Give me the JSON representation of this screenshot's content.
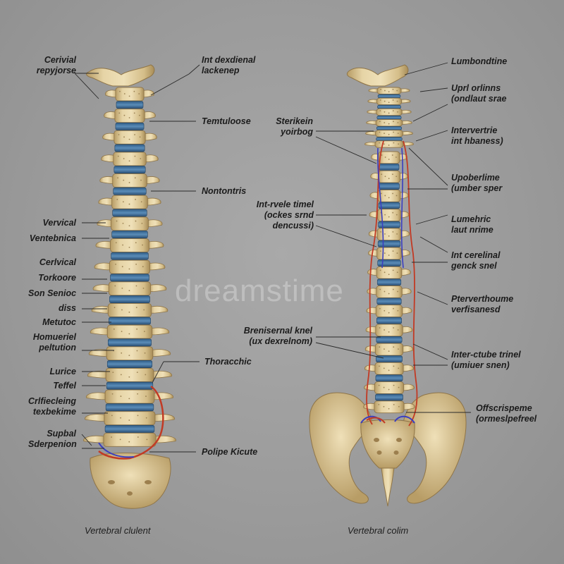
{
  "watermark": "dreamstime",
  "left_labels": [
    {
      "lines": [
        "Cerivial",
        "repyjorse"
      ]
    },
    {
      "lines": [
        "Int dexdienal",
        "lackenep"
      ]
    },
    {
      "lines": [
        "Temtuloose"
      ]
    },
    {
      "lines": [
        "Nontontris"
      ]
    },
    {
      "lines": [
        "Vervical"
      ]
    },
    {
      "lines": [
        "Ventebnica"
      ]
    },
    {
      "lines": [
        "Cerlvical"
      ]
    },
    {
      "lines": [
        "Torkoore"
      ]
    },
    {
      "lines": [
        "Son Senioc"
      ]
    },
    {
      "lines": [
        "diss"
      ]
    },
    {
      "lines": [
        "Metutoc"
      ]
    },
    {
      "lines": [
        "Homueriel",
        "peltution"
      ]
    },
    {
      "lines": [
        "Lurice"
      ]
    },
    {
      "lines": [
        "Teffel"
      ]
    },
    {
      "lines": [
        "Crlfiecleing",
        "texbekime"
      ]
    },
    {
      "lines": [
        "Thoracchic"
      ]
    },
    {
      "lines": [
        "Supbal",
        "Sderpenion"
      ]
    },
    {
      "lines": [
        "Polipe Kicute"
      ]
    }
  ],
  "right_labels": [
    {
      "lines": [
        "Lumbondtine"
      ]
    },
    {
      "lines": [
        "Uprl orlinns",
        "(ondlaut srae"
      ]
    },
    {
      "lines": [
        "Sterikein",
        "yoirbog"
      ]
    },
    {
      "lines": [
        "Intervertrie",
        "int hbaness)"
      ]
    },
    {
      "lines": [
        "Upoberlime",
        "(umber sper"
      ]
    },
    {
      "lines": [
        "Int-rvele timel",
        "(ockes srnd",
        "dencussi)"
      ]
    },
    {
      "lines": [
        "Lumehric",
        "laut nrime"
      ]
    },
    {
      "lines": [
        "Int cerelinal",
        "genck snel"
      ]
    },
    {
      "lines": [
        "Pterverthoume",
        "verfisanesd"
      ]
    },
    {
      "lines": [
        "Brenisernal knel",
        "(ux dexrelnom)"
      ]
    },
    {
      "lines": [
        "Inter-ctube trinel",
        "(umiuer snen)"
      ]
    },
    {
      "lines": [
        "Offscrispeme",
        "(ormeslpefreel"
      ]
    }
  ],
  "captions": {
    "left": "Vertebral clulent",
    "right": "Vertebral colim"
  },
  "colors": {
    "bone": "#ddc99a",
    "bone_shade": "#b89d66",
    "disc": "#3f6f9a",
    "nerve_red": "#c23a24",
    "nerve_blue": "#3a3ec0"
  }
}
